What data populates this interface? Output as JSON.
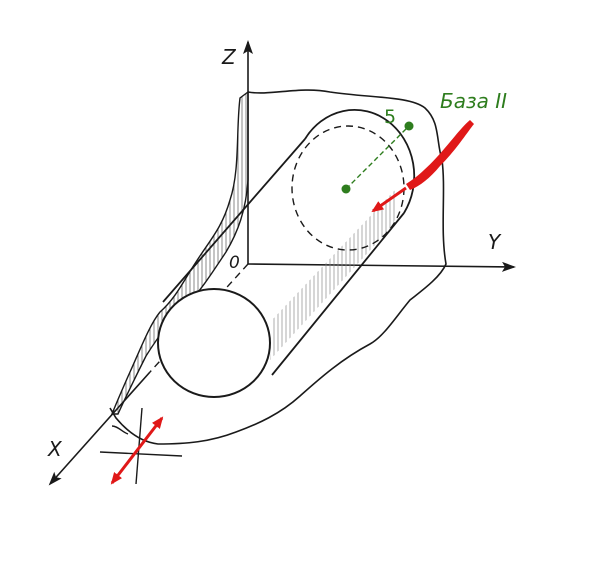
{
  "axes": {
    "x_label": "X",
    "y_label": "Y",
    "z_label": "Z",
    "origin_label": "0"
  },
  "annotations": {
    "base_label": "База II",
    "point_number": "5"
  },
  "colors": {
    "line": "#1a1a1a",
    "accent_red": "#e01818",
    "label_green": "#2e7d1e",
    "hatch": "#8a8a8a"
  }
}
